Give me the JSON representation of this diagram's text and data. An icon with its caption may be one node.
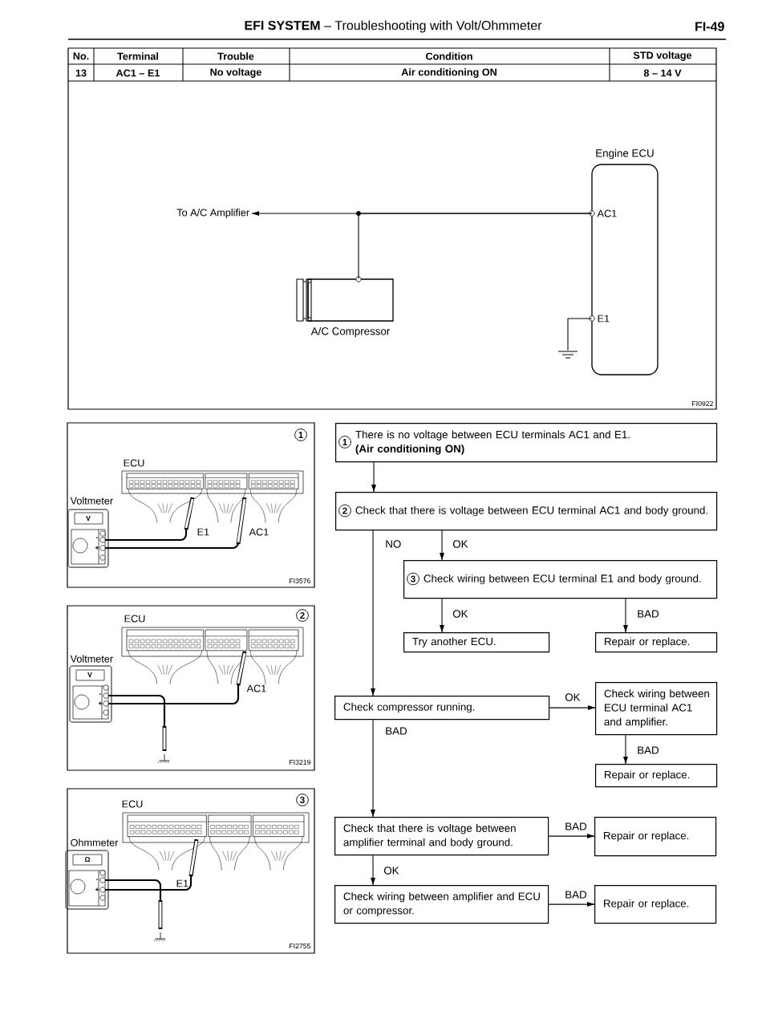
{
  "diagram": {
    "title": "**EFI SYSTEM** – Troubleshooting with Volt/Ohmmeter",
    "nodes": [
      {
        "text": [
          "To A/C Amplifier"
        ]
      },
      {
        "text": [
          "Engine ECU"
        ]
      },
      {
        "text": [
          "A/C Compressor"
        ]
      },
      {
        "text": [],
        "shape": "ground"
      },
      {
        "text": [
          "1",
          "There is no voltage between ECU terminals AC1 and E1.",
          "(Air conditioning ON)"
        ]
      },
      {
        "text": [
          "2",
          "Check that there is voltage between ECU terminal AC1 and body ground."
        ]
      },
      {
        "text": [
          "3",
          "Check wiring between ECU terminal E1 and body ground."
        ]
      },
      {
        "text": [
          "Try another ECU."
        ]
      },
      {
        "text": [
          "Repair or replace."
        ]
      },
      {
        "text": [
          "Check compressor running."
        ]
      },
      {
        "text": [
          "Check wiring between ECU terminal AC1 and amplifier."
        ]
      },
      {
        "text": [
          "Repair or replace."
        ]
      },
      {
        "text": [
          "Check that there is voltage between amplifier terminal and body ground."
        ]
      },
      {
        "text": [
          "Repair or replace."
        ]
      },
      {
        "text": [
          "Check wiring between amplifier and ECU or compressor."
        ]
      },
      {
        "text": [
          "Repair or replace."
        ]
      }
    ],
    "edges": [
      {
        "from": 1,
        "to": 0,
        "arrow": "to"
      },
      {
        "from": 1,
        "to": 2,
        "arrow": "none"
      },
      {
        "from": 1,
        "to": 3,
        "arrow": "none"
      },
      {
        "from": 4,
        "to": 5,
        "arrow": "to"
      },
      {
        "from": 5,
        "to": 9,
        "arrow": "to",
        "label": "NO"
      },
      {
        "from": 5,
        "to": 6,
        "arrow": "to",
        "label": "OK"
      },
      {
        "from": 6,
        "to": 7,
        "arrow": "to",
        "label": "OK"
      },
      {
        "from": 6,
        "to": 8,
        "arrow": "to",
        "label": "BAD"
      },
      {
        "from": 9,
        "to": 10,
        "arrow": "to",
        "label": "OK"
      },
      {
        "from": 9,
        "to": 12,
        "arrow": "to",
        "label": "BAD"
      },
      {
        "from": 10,
        "to": 11,
        "arrow": "to",
        "label": "BAD"
      },
      {
        "from": 12,
        "to": 13,
        "arrow": "to",
        "label": "BAD"
      },
      {
        "from": 12,
        "to": 14,
        "arrow": "to",
        "label": "OK"
      },
      {
        "from": 14,
        "to": 15,
        "arrow": "to",
        "label": "BAD"
      }
    ],
    "labels": [
      "FI-49",
      "No.",
      "Terminal",
      "Trouble",
      "Condition",
      "STD voltage",
      "13",
      "AC1 – E1",
      "No voltage",
      "Air conditioning ON",
      "8 – 14 V",
      "AC1",
      "E1",
      "FI0922",
      "1",
      "ECU",
      "Voltmeter",
      "V",
      "-",
      "+",
      "E1",
      "AC1",
      "FI3576",
      "ECU",
      "2",
      "Voltmeter",
      "V",
      "-",
      "+",
      "AC1",
      "FI3219",
      "ECU",
      "3",
      "Ohmmeter",
      "Ω",
      "-",
      "+",
      "E1",
      "FI2755"
    ]
  }
}
